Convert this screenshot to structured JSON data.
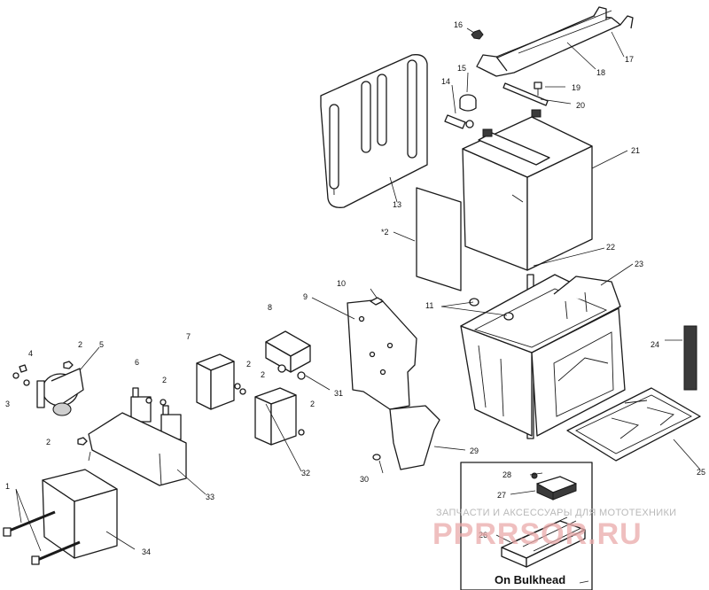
{
  "callouts": [
    {
      "id": "1",
      "label": "1"
    },
    {
      "id": "2a",
      "label": "2"
    },
    {
      "id": "2b",
      "label": "2"
    },
    {
      "id": "2c",
      "label": "2"
    },
    {
      "id": "2d",
      "label": "2"
    },
    {
      "id": "2e",
      "label": "2"
    },
    {
      "id": "2f",
      "label": "2"
    },
    {
      "id": "3",
      "label": "3"
    },
    {
      "id": "4",
      "label": "4"
    },
    {
      "id": "5",
      "label": "5"
    },
    {
      "id": "6",
      "label": "6"
    },
    {
      "id": "7",
      "label": "7"
    },
    {
      "id": "8",
      "label": "8"
    },
    {
      "id": "9",
      "label": "9"
    },
    {
      "id": "10",
      "label": "10"
    },
    {
      "id": "11",
      "label": "11"
    },
    {
      "id": "12",
      "label": "*2"
    },
    {
      "id": "13",
      "label": "13"
    },
    {
      "id": "14",
      "label": "14"
    },
    {
      "id": "15",
      "label": "15"
    },
    {
      "id": "16",
      "label": "16"
    },
    {
      "id": "17",
      "label": "17"
    },
    {
      "id": "18",
      "label": "18"
    },
    {
      "id": "19",
      "label": "19"
    },
    {
      "id": "20",
      "label": "20"
    },
    {
      "id": "21",
      "label": "21"
    },
    {
      "id": "22",
      "label": "22"
    },
    {
      "id": "23",
      "label": "23"
    },
    {
      "id": "24",
      "label": "24"
    },
    {
      "id": "25",
      "label": "25"
    },
    {
      "id": "26",
      "label": "26"
    },
    {
      "id": "27",
      "label": "27"
    },
    {
      "id": "28",
      "label": "28"
    },
    {
      "id": "29",
      "label": "29"
    },
    {
      "id": "30",
      "label": "30"
    },
    {
      "id": "31",
      "label": "31"
    },
    {
      "id": "32",
      "label": "32"
    },
    {
      "id": "33",
      "label": "33"
    },
    {
      "id": "34",
      "label": "34"
    }
  ],
  "inset": {
    "caption": "On Bulkhead"
  },
  "watermark": {
    "tagline": "ЗАПЧАСТИ И АКСЕССУАРЫ ДЛЯ МОТОТЕХНИКИ",
    "logo": "PPRRSOR.RU"
  }
}
